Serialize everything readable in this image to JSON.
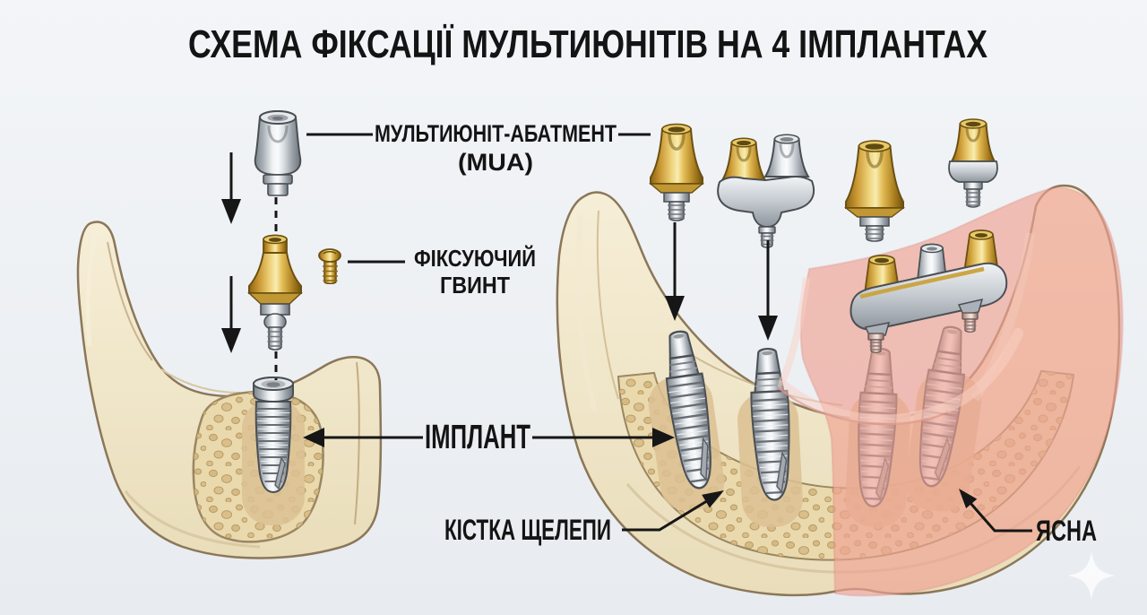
{
  "title": "СХЕМА ФІКСАЦІЇ МУЛЬТИЮНІТІВ НА 4 ІМПЛАНТАХ",
  "labels": {
    "mua_line1": "МУЛЬТИЮНІТ-АБАТМЕНТ",
    "mua_line2": "(MUA)",
    "fixing_screw_line1": "ФІКСУЮЧИЙ",
    "fixing_screw_line2": "ГВИНТ",
    "implant": "ІМПЛАНТ",
    "jaw_bone": "КІСТКА ЩЕЛЕПИ",
    "gums": "ЯСНА"
  },
  "icons": {
    "sparkle": "✦"
  },
  "colors": {
    "background": "#eef1f5",
    "line": "#161616",
    "text": "#141414",
    "gold": "#d9a93f",
    "silver": "#c9cdd2",
    "bone": "#f1e6c8",
    "bone_outline": "#8b7758",
    "trabecular": "#ead9ad",
    "gum": "#f0a394"
  }
}
